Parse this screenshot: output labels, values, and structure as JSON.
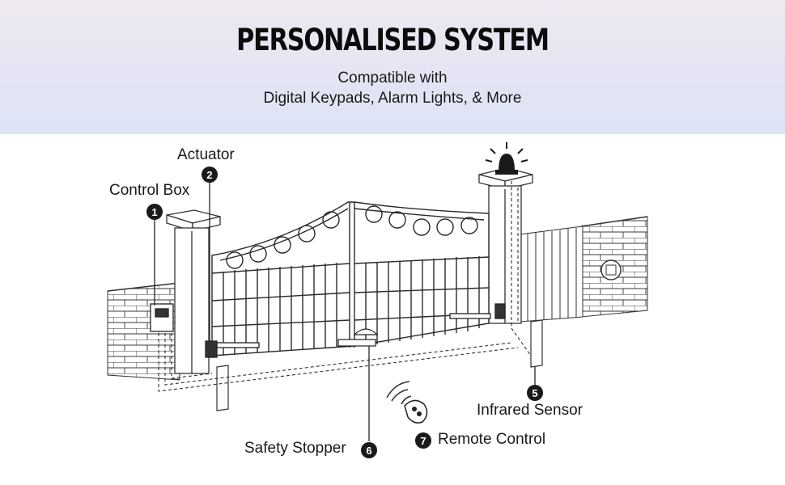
{
  "header": {
    "title": "PERSONALISED SYSTEM",
    "subtitle_line1": "Compatible with",
    "subtitle_line2": "Digital Keypads, Alarm Lights, & More"
  },
  "diagram": {
    "callouts": [
      {
        "number": "1",
        "label": "Control Box"
      },
      {
        "number": "2",
        "label": "Actuator"
      },
      {
        "number": "5",
        "label": "Infrared Sensor"
      },
      {
        "number": "6",
        "label": "Safety Stopper"
      },
      {
        "number": "7",
        "label": "Remote Control"
      }
    ]
  },
  "colors": {
    "banner_top": "#efe9f1",
    "banner_bottom": "#dee3f6",
    "ink": "#1a1a1a"
  }
}
